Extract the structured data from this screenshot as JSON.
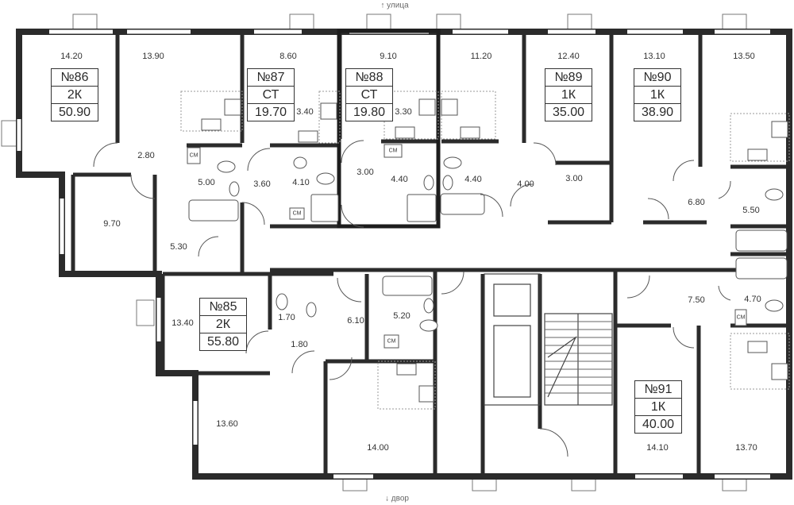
{
  "compass": {
    "street": "↑ улица",
    "yard": "↓ двор"
  },
  "apartments": [
    {
      "id": "apt-86",
      "number": "№86",
      "type": "2К",
      "area": "50.90"
    },
    {
      "id": "apt-87",
      "number": "№87",
      "type": "СТ",
      "area": "19.70"
    },
    {
      "id": "apt-88",
      "number": "№88",
      "type": "СТ",
      "area": "19.80"
    },
    {
      "id": "apt-89",
      "number": "№89",
      "type": "1К",
      "area": "35.00"
    },
    {
      "id": "apt-90",
      "number": "№90",
      "type": "1К",
      "area": "38.90"
    },
    {
      "id": "apt-85",
      "number": "№85",
      "type": "2К",
      "area": "55.80"
    },
    {
      "id": "apt-91",
      "number": "№91",
      "type": "1К",
      "area": "40.00"
    }
  ],
  "rooms": [
    "14.20",
    "13.90",
    "8.60",
    "9.10",
    "11.20",
    "12.40",
    "13.10",
    "13.50",
    "3.40",
    "3.30",
    "2.80",
    "5.00",
    "3.60",
    "4.10",
    "3.00",
    "4.40",
    "4.40",
    "4.00",
    "3.00",
    "6.80",
    "5.50",
    "9.70",
    "5.30",
    "13.40",
    "1.70",
    "1.80",
    "6.10",
    "5.20",
    "7.50",
    "4.70",
    "13.60",
    "14.00",
    "14.10",
    "13.70"
  ],
  "washer_label": "СМ"
}
